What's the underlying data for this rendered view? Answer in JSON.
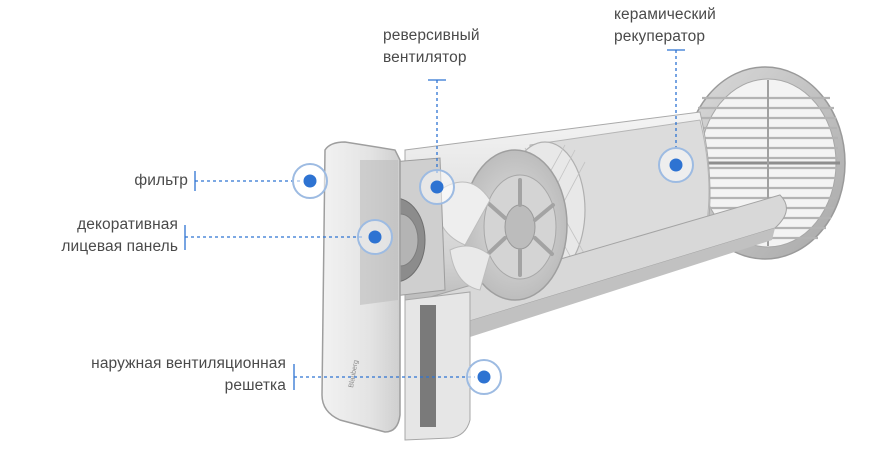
{
  "diagram": {
    "labels": {
      "filter": [
        "фильтр"
      ],
      "front_panel": [
        "декоративная",
        "лицевая панель"
      ],
      "reversible_fan": [
        "реверсивный",
        "вентилятор"
      ],
      "ceramic_recuperator": [
        "керамический",
        "рекуператор"
      ],
      "outer_grille": [
        "наружная вентиляционная",
        "решетка"
      ]
    },
    "brand_mark": "Blauberg",
    "colors": {
      "accent": "#2e73d2",
      "marker_ring": "#9dbbe2",
      "leader_line": "#2e73d2",
      "text": "#4a4a4a"
    }
  }
}
